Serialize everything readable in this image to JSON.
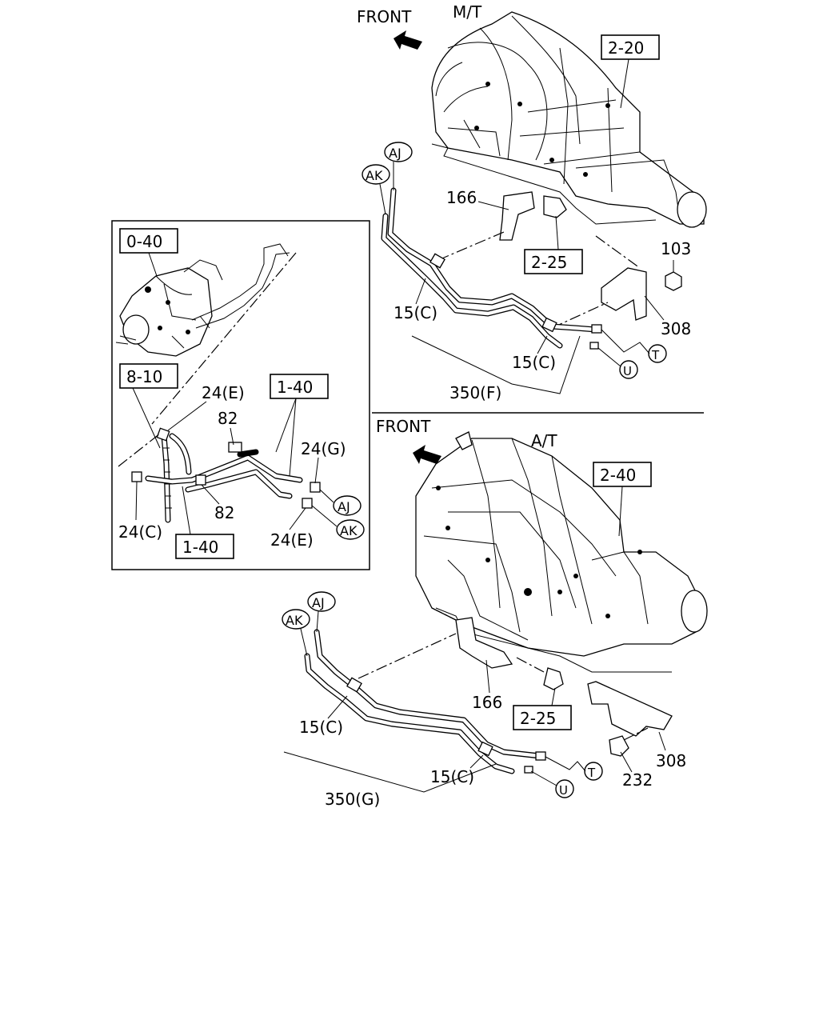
{
  "labels": {
    "mt": {
      "front": "FRONT",
      "model": "M/T",
      "ref_2_20": "2-20",
      "ref_2_25": "2-25",
      "p166": "166",
      "p103": "103",
      "p308": "308",
      "p15c_a": "15(C)",
      "p15c_b": "15(C)",
      "p350f": "350(F)",
      "aj": "AJ",
      "ak": "AK",
      "t": "T",
      "u": "U"
    },
    "at": {
      "front": "FRONT",
      "model": "A/T",
      "ref_2_40": "2-40",
      "ref_2_25": "2-25",
      "p166": "166",
      "p232": "232",
      "p308": "308",
      "p15c_a": "15(C)",
      "p15c_b": "15(C)",
      "p350g": "350(G)",
      "aj": "AJ",
      "ak": "AK",
      "t": "T",
      "u": "U"
    },
    "inset": {
      "ref_0_40": "0-40",
      "ref_8_10": "8-10",
      "ref_1_40_top": "1-40",
      "ref_1_40_bottom": "1-40",
      "p24e_top": "24(E)",
      "p82_top": "82",
      "p82_bottom": "82",
      "p24g": "24(G)",
      "p24c": "24(C)",
      "p24e_bottom": "24(E)",
      "aj": "AJ",
      "ak": "AK"
    }
  },
  "icons": [
    "front-arrow-icon",
    "transmission-mt-icon",
    "transmission-at-icon",
    "injection-pump-icon"
  ]
}
